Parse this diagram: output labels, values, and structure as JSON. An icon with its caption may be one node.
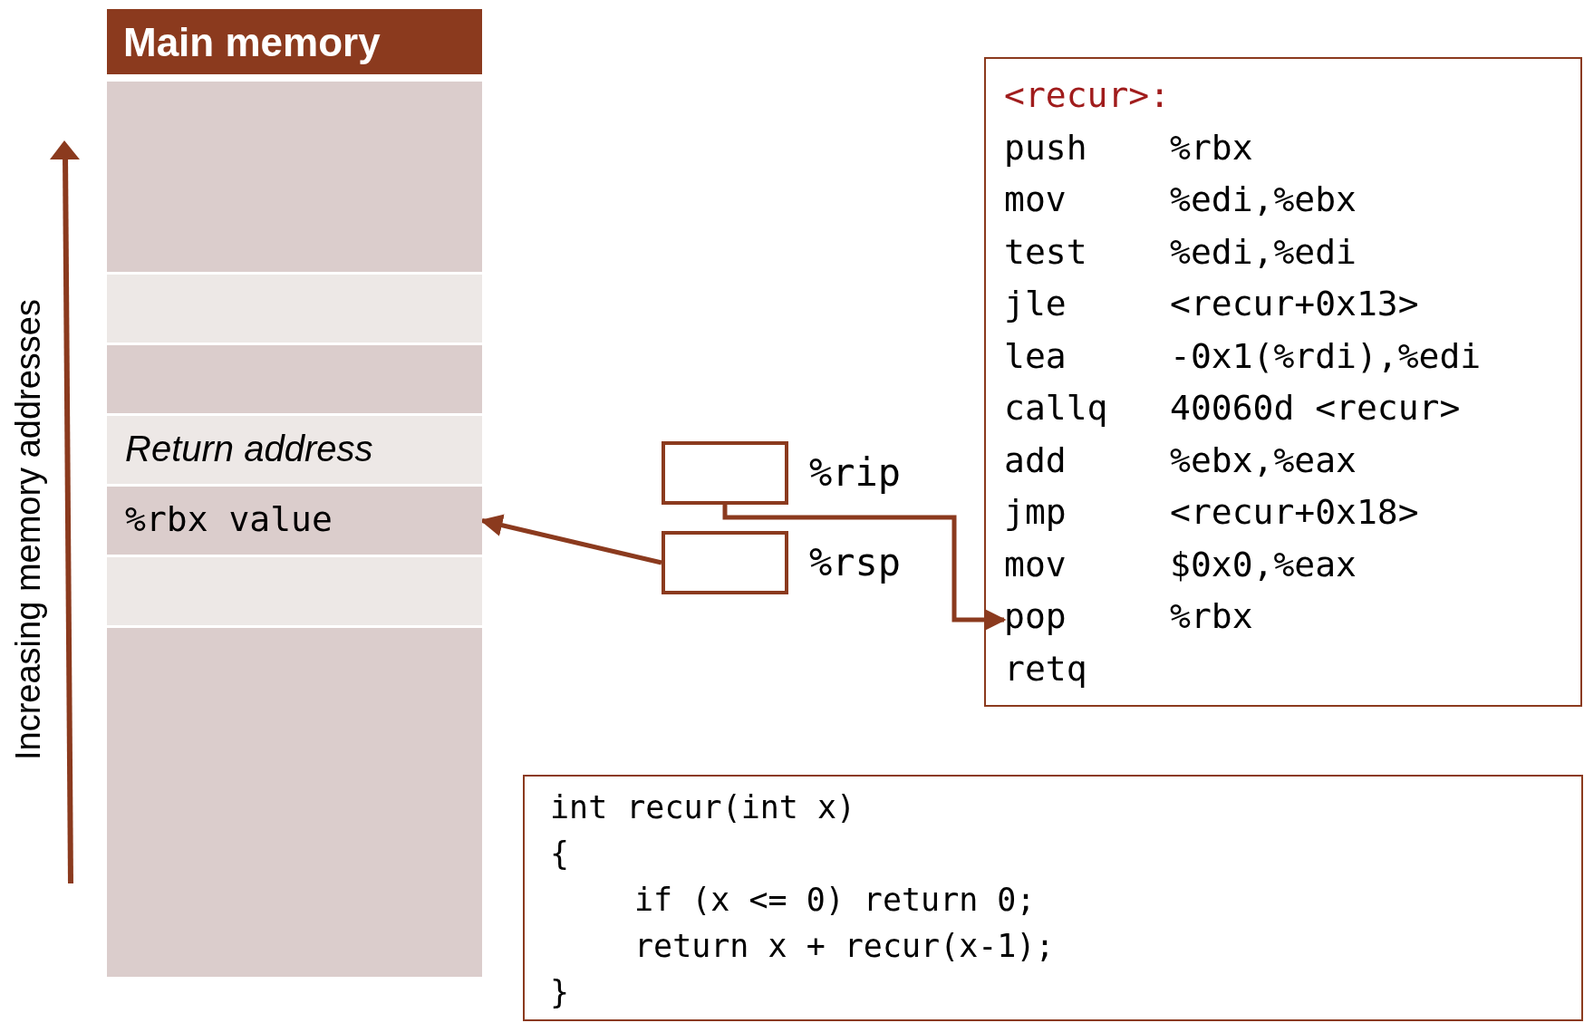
{
  "diagram": {
    "nodes": [
      {
        "text": [
          "Main memory"
        ]
      },
      {
        "text": [],
        "shape": "box",
        "in": 0
      },
      {
        "text": [],
        "shape": "box",
        "in": 0
      },
      {
        "text": [],
        "shape": "box",
        "in": 0
      },
      {
        "text": [
          "Return address"
        ],
        "in": 0
      },
      {
        "text": [
          "%rbx value"
        ],
        "in": 0
      },
      {
        "text": [],
        "shape": "box",
        "in": 0
      },
      {
        "text": [],
        "shape": "box",
        "in": 0
      },
      {
        "text": [
          "%rip"
        ]
      },
      {
        "text": [
          "%rsp"
        ]
      },
      {
        "text": [
          "<recur>:"
        ]
      },
      {
        "text": [
          "push",
          "%rbx"
        ],
        "in": 10
      },
      {
        "text": [
          "mov",
          "%edi,%ebx"
        ],
        "in": 10
      },
      {
        "text": [
          "test",
          "%edi,%edi"
        ],
        "in": 10
      },
      {
        "text": [
          "jle",
          "<recur+0x13>"
        ],
        "in": 10
      },
      {
        "text": [
          "lea",
          "-0x1(%rdi),%edi"
        ],
        "in": 10
      },
      {
        "text": [
          "callq",
          "40060d <recur>"
        ],
        "in": 10
      },
      {
        "text": [
          "add",
          "%ebx,%eax"
        ],
        "in": 10
      },
      {
        "text": [
          "jmp",
          "<recur+0x18>"
        ],
        "in": 10
      },
      {
        "text": [
          "mov",
          "$0x0,%eax"
        ],
        "in": 10
      },
      {
        "text": [
          "pop",
          "%rbx"
        ],
        "in": 10
      },
      {
        "text": [
          "retq"
        ],
        "in": 10
      },
      {
        "text": [
          "int recur(int x)",
          "{",
          "if (x <= 0) return 0;",
          "return x + recur(x-1);",
          "}"
        ]
      }
    ],
    "edges": [
      {
        "from": 8,
        "to": 20,
        "arrow": "to"
      },
      {
        "from": 9,
        "to": 5,
        "arrow": "to"
      }
    ],
    "labels": [
      "Increasing memory addresses"
    ]
  }
}
